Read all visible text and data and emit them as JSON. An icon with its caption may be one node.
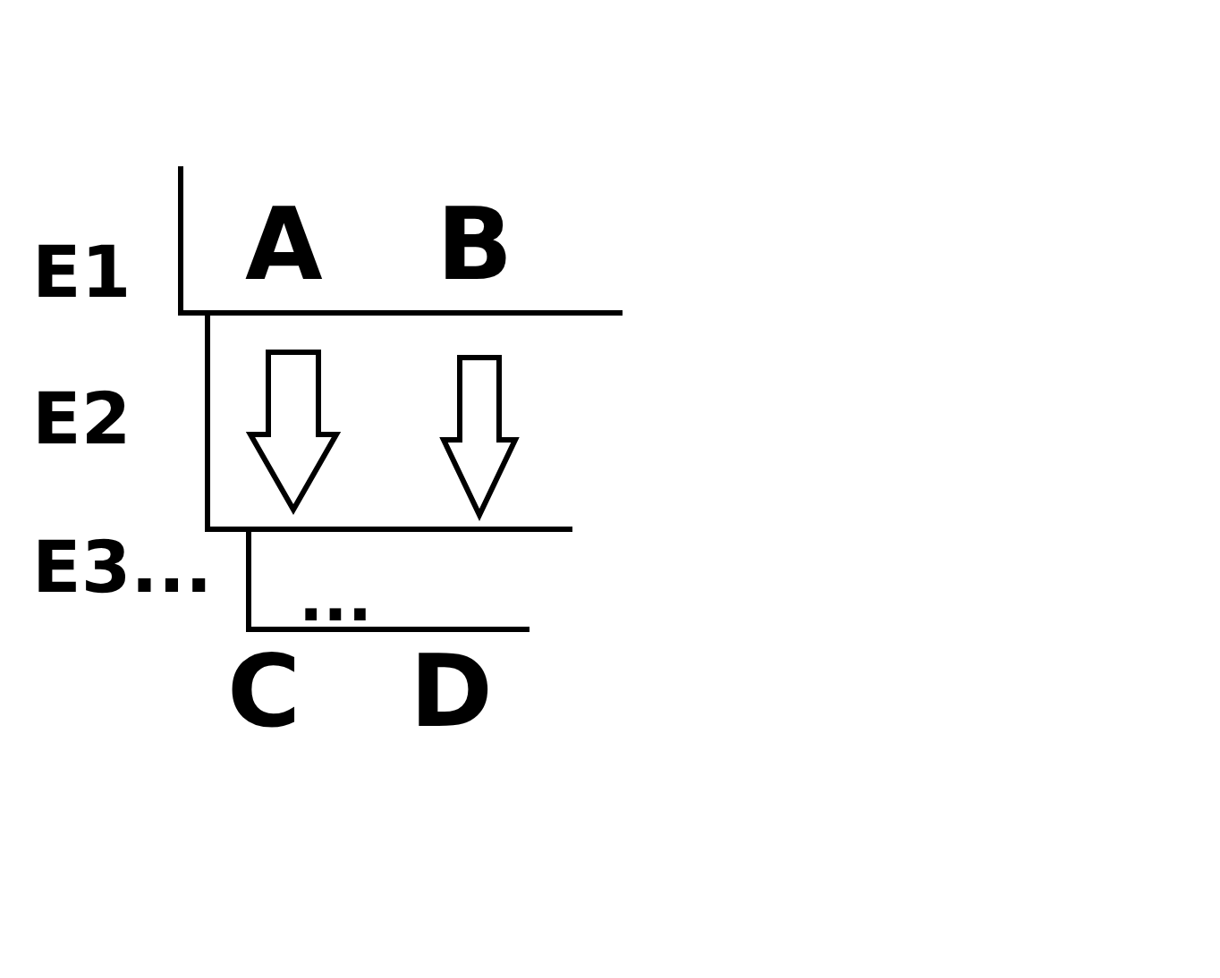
{
  "diagram": {
    "labels": [
      "A",
      "B",
      "E1",
      "E2",
      "E3...",
      "...",
      "C",
      "D"
    ]
  }
}
